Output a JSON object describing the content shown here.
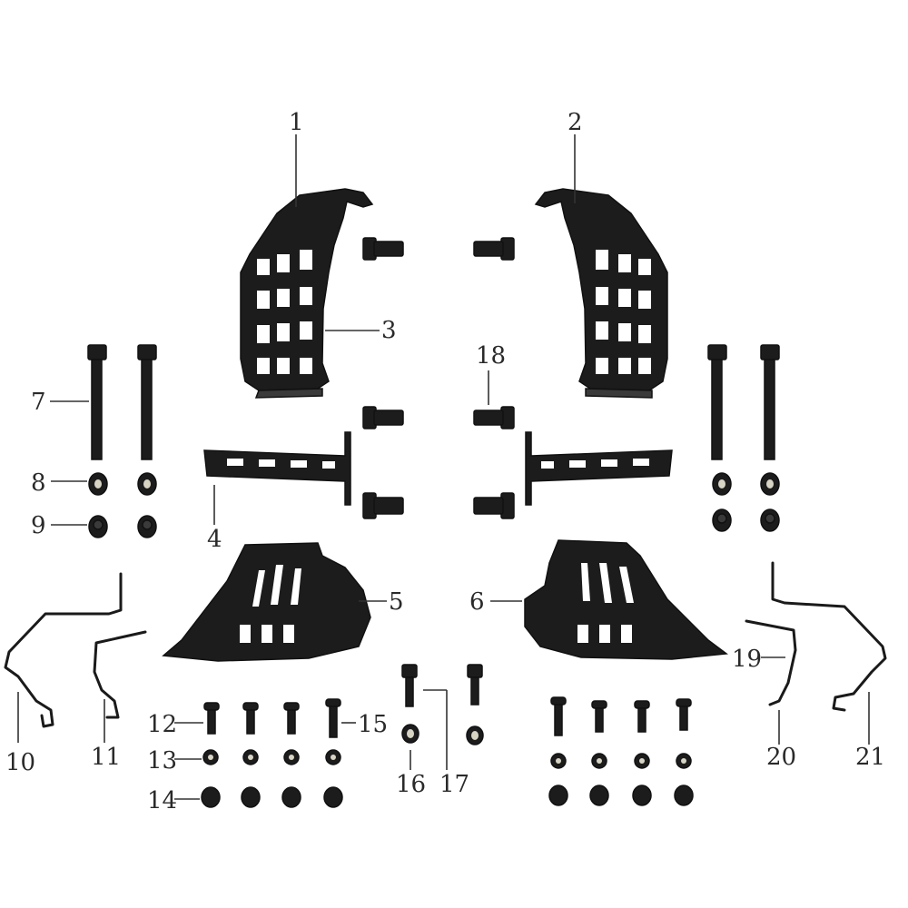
{
  "labels": [
    "1",
    "2",
    "3",
    "4",
    "5",
    "6",
    "7",
    "8",
    "9",
    "10",
    "11",
    "12",
    "13",
    "14",
    "15",
    "16",
    "17",
    "18",
    "19",
    "20",
    "21"
  ]
}
